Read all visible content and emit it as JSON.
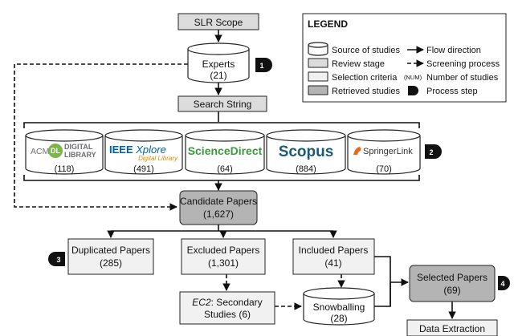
{
  "nodes": {
    "slr_scope": "SLR Scope",
    "experts": {
      "label": "Experts",
      "count": "(21)"
    },
    "search_string": "Search String",
    "candidate": {
      "label": "Candidate Papers",
      "count": "(1,627)"
    },
    "duplicated": {
      "label": "Duplicated Papers",
      "count": "(285)"
    },
    "excluded": {
      "label": "Excluded Papers",
      "count": "(1,301)"
    },
    "included": {
      "label": "Included Papers",
      "count": "(41)"
    },
    "ec2": {
      "code": "EC2",
      "label_rest": ": Secondary",
      "label2": "Studies (6)"
    },
    "snowballing": {
      "label": "Snowballing",
      "count": "(28)"
    },
    "selected": {
      "label": "Selected Papers",
      "count": "(69)"
    },
    "data_extraction": "Data Extraction"
  },
  "sources": [
    {
      "name_a": "ACM",
      "name_b": "DL",
      "name_c1": "DIGITAL",
      "name_c2": "LIBRARY",
      "count": "(118)",
      "color": "#6d6e71"
    },
    {
      "name_a": "IEEE",
      "name_b": "Xplore",
      "sub": "Digital Library",
      "count": "(491)",
      "color": "#00629b"
    },
    {
      "name": "ScienceDirect",
      "count": "(64)",
      "color": "#3b9b3b"
    },
    {
      "name": "Scopus",
      "count": "(884)",
      "color": "#1a5b73"
    },
    {
      "name": "SpringerLink",
      "count": "(70)",
      "color": "#333333"
    }
  ],
  "steps": [
    "1",
    "2",
    "3",
    "4"
  ],
  "legend": {
    "title": "LEGEND",
    "items": [
      "Source of studies",
      "Review stage",
      "Selection criteria",
      "Retrieved studies"
    ],
    "flow_items": [
      "Flow direction",
      "Screening process",
      "Number of studies",
      "Process step"
    ],
    "num_tag": "(NUM)"
  },
  "colors": {
    "stage": "#dcdcdc",
    "selection": "#f1f1f1",
    "retrieved": "#b4b4b4",
    "step_badge": "#111111"
  }
}
